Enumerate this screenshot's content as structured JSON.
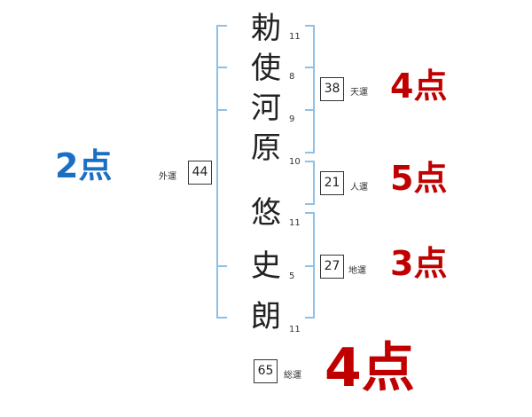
{
  "characters": [
    {
      "char": "勅",
      "strokes": "11"
    },
    {
      "char": "使",
      "strokes": "8"
    },
    {
      "char": "河",
      "strokes": "9"
    },
    {
      "char": "原",
      "strokes": "10"
    },
    {
      "char": "悠",
      "strokes": "11"
    },
    {
      "char": "史",
      "strokes": "5"
    },
    {
      "char": "朗",
      "strokes": "11"
    }
  ],
  "ten": {
    "label": "天運",
    "value": "38",
    "score": "4点"
  },
  "jin": {
    "label": "人運",
    "value": "21",
    "score": "5点"
  },
  "chi": {
    "label": "地運",
    "value": "27",
    "score": "3点"
  },
  "gai": {
    "label": "外運",
    "value": "44",
    "score": "2点"
  },
  "so": {
    "label": "総運",
    "value": "65",
    "score": "4点"
  },
  "colors": {
    "good": "#c00000",
    "other": "#1a6fc4",
    "bracket": "#8fc0e6"
  }
}
